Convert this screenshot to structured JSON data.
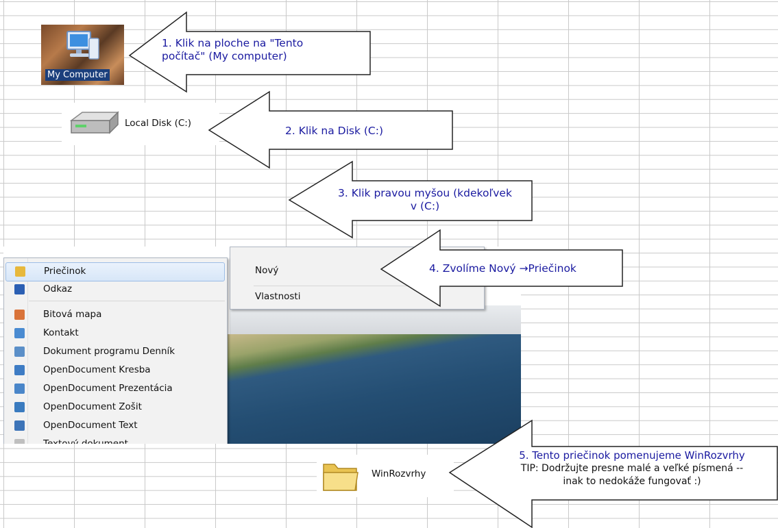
{
  "desktop_icon": {
    "label": "My Computer"
  },
  "drive": {
    "label": "Local Disk (C:)"
  },
  "folder": {
    "label": "WinRozvrhy"
  },
  "main_menu": {
    "items": [
      "Nový",
      "Vlastnosti"
    ]
  },
  "new_submenu": {
    "items": [
      {
        "label": "Priečinok",
        "icon": "folder-icon",
        "color": "#e7b83c"
      },
      {
        "label": "Odkaz",
        "icon": "shortcut-icon",
        "color": "#2b5fb3"
      },
      {
        "label": "Bitová mapa",
        "icon": "bitmap-icon",
        "color": "#d9733a"
      },
      {
        "label": "Kontakt",
        "icon": "contact-icon",
        "color": "#4a8bd1"
      },
      {
        "label": "Dokument programu Denník",
        "icon": "journal-icon",
        "color": "#5b8fc8"
      },
      {
        "label": "OpenDocument Kresba",
        "icon": "drawing-icon",
        "color": "#3e7cc4"
      },
      {
        "label": "OpenDocument Prezentácia",
        "icon": "presentation-icon",
        "color": "#4a86c9"
      },
      {
        "label": "OpenDocument Zošit",
        "icon": "spreadsheet-icon",
        "color": "#3a7bbf"
      },
      {
        "label": "OpenDocument Text",
        "icon": "text-document-icon",
        "color": "#3d74b8"
      },
      {
        "label": "Textový dokument",
        "icon": "txt-icon",
        "color": "#bfbfbf"
      }
    ]
  },
  "callouts": [
    {
      "lines": [
        "1. Klik na ploche na \"Tento",
        "počítač\" (My computer)"
      ]
    },
    {
      "lines": [
        "2. Klik na Disk (C:)"
      ]
    },
    {
      "lines": [
        "3. Klik pravou myšou (kdekoľvek",
        "v (C:)"
      ]
    },
    {
      "lines": [
        "4. Zvolíme Nový →Priečinok"
      ]
    },
    {
      "lines": [
        "5. Tento priečinok pomenujeme WinRozvrhy",
        "TIP: Dodržujte presne malé a veľké písmená --",
        "inak to nedokáže fungovať :)"
      ]
    }
  ]
}
